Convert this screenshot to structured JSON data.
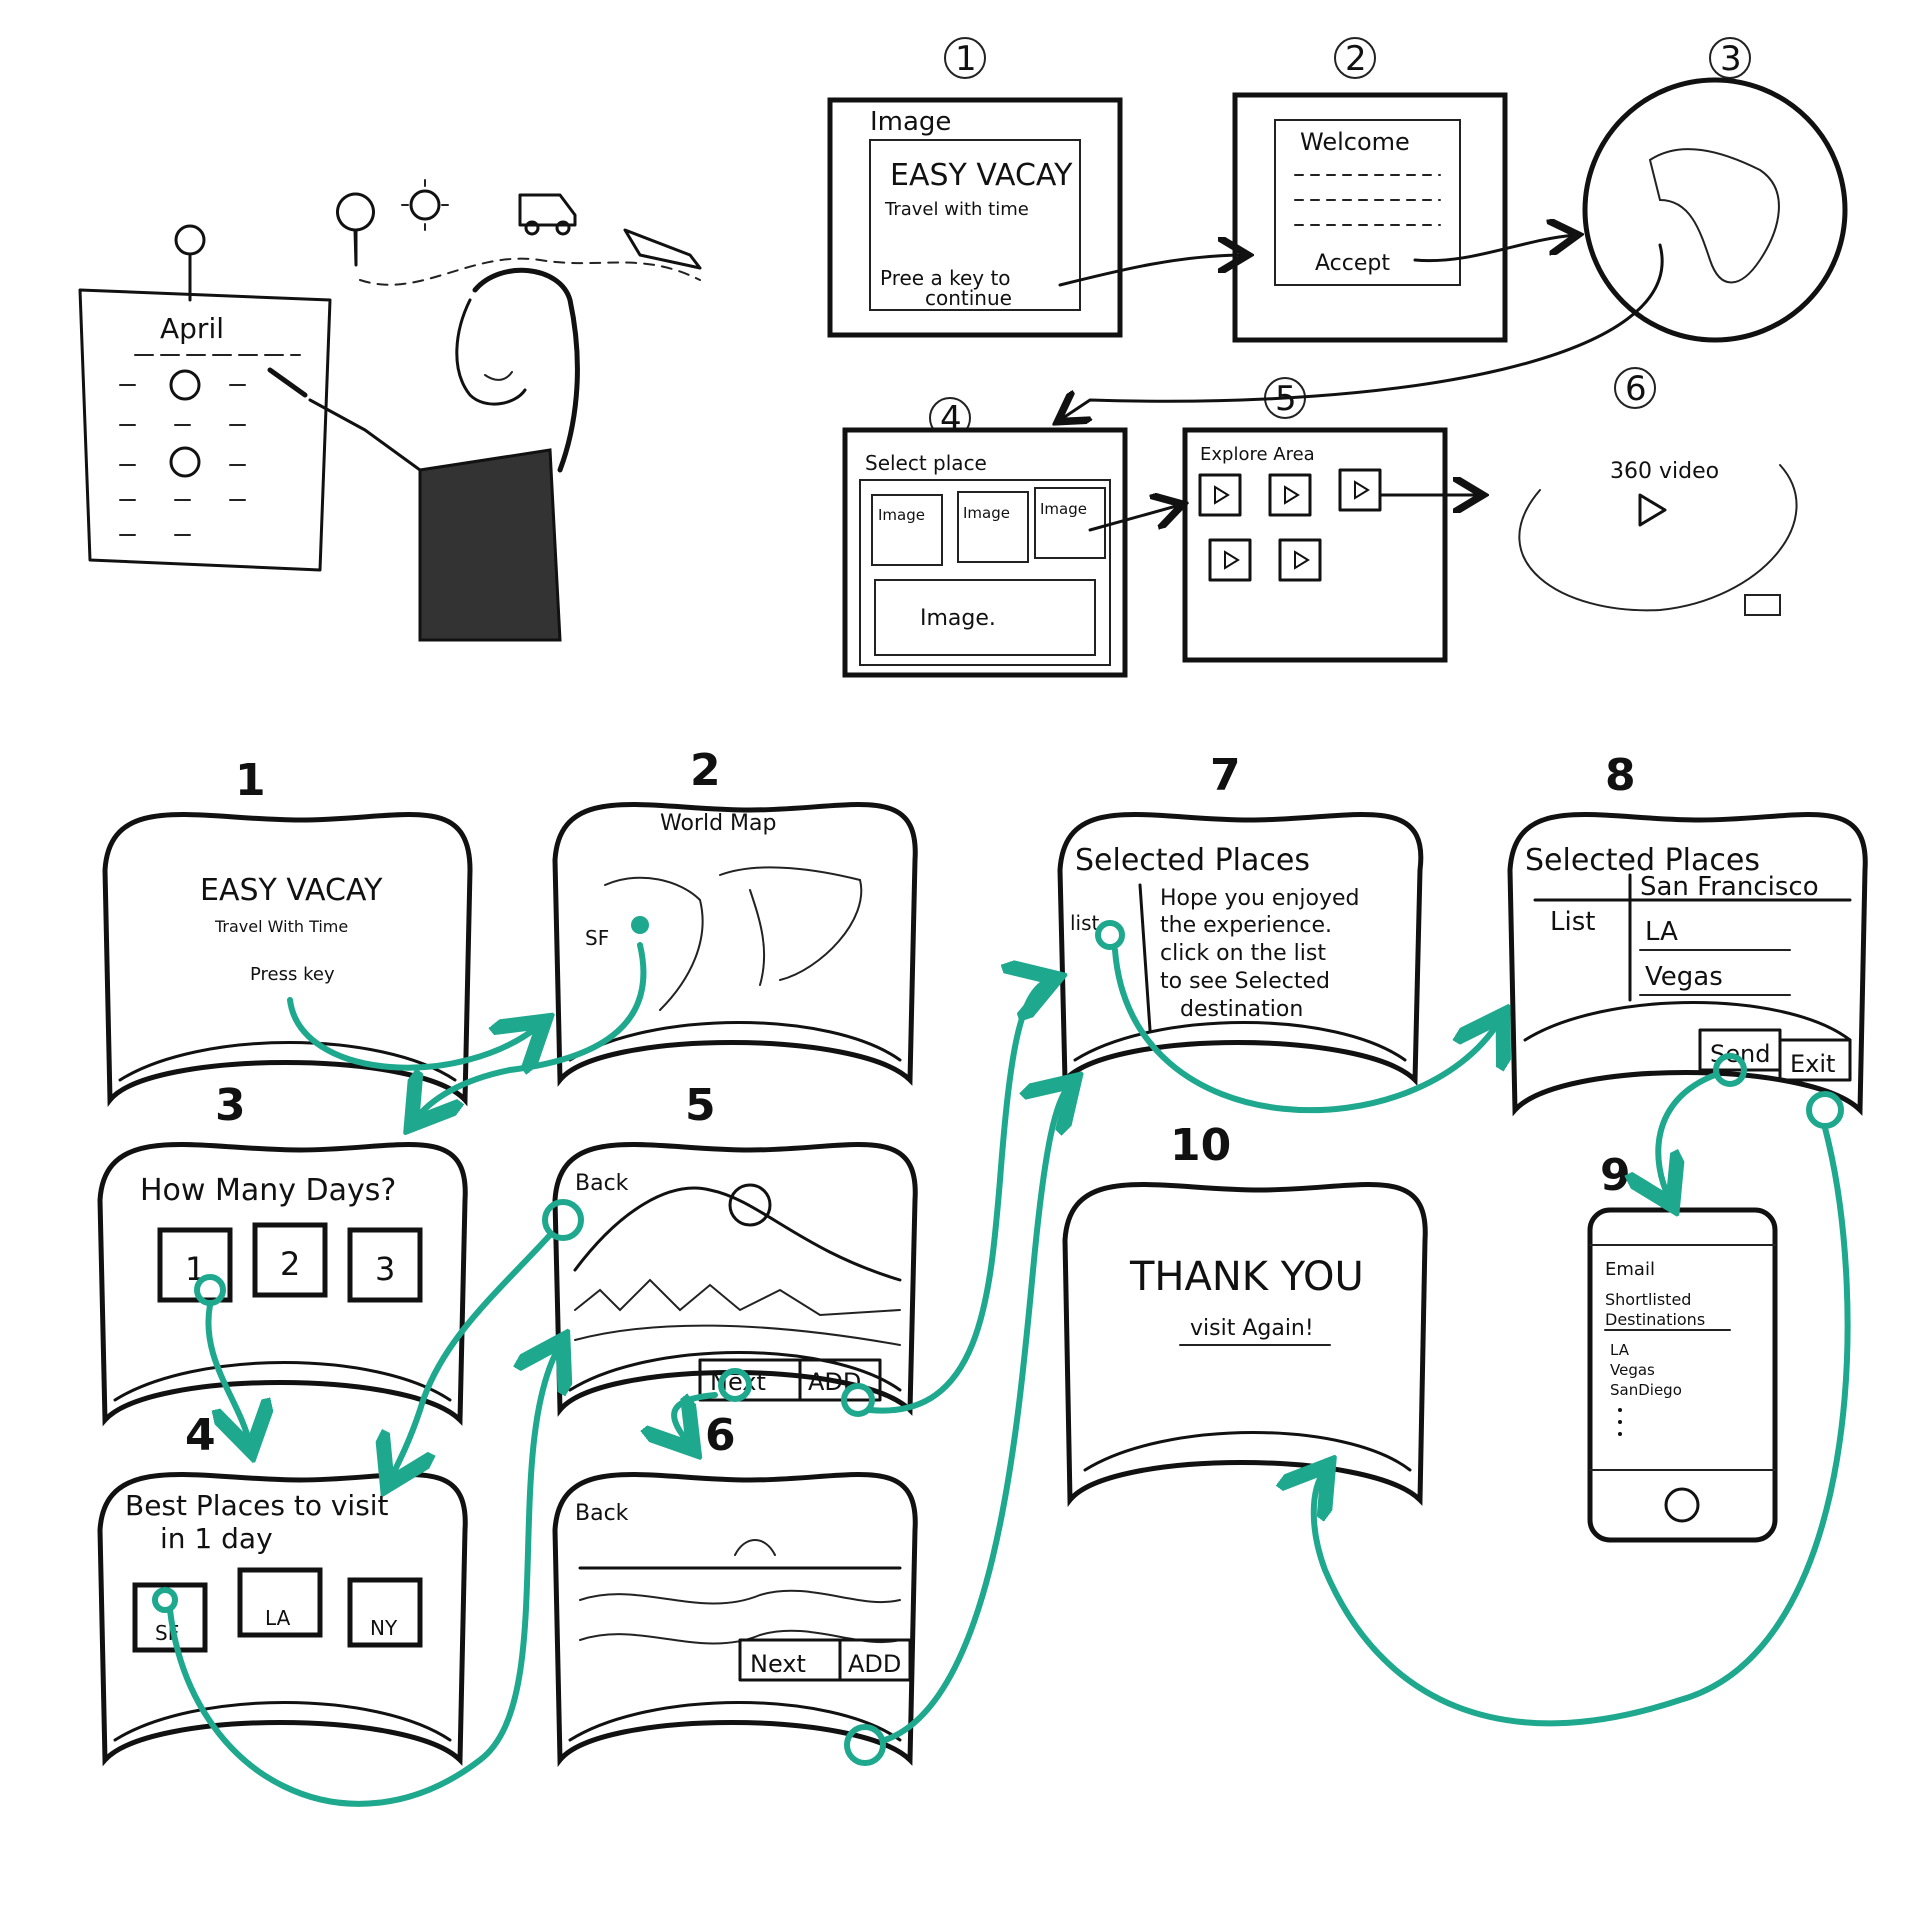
{
  "illustration": {
    "calendar_month": "April"
  },
  "flow_top": {
    "steps": [
      {
        "num": "1",
        "image_label": "Image",
        "title": "EASY VACAY",
        "subtitle": "Travel with time",
        "prompt_line1": "Pree a key to",
        "prompt_line2": "continue"
      },
      {
        "num": "2",
        "title": "Welcome",
        "button": "Accept"
      },
      {
        "num": "3"
      },
      {
        "num": "4",
        "title": "Select place",
        "thumb1": "Image",
        "thumb2": "Image",
        "thumb3": "Image",
        "wide": "Image."
      },
      {
        "num": "5",
        "title": "Explore Area"
      },
      {
        "num": "6",
        "title": "360 video"
      }
    ]
  },
  "flow_bottom": {
    "s1": {
      "num": "1",
      "title": "EASY VACAY",
      "subtitle": "Travel With Time",
      "prompt": "Press key"
    },
    "s2": {
      "num": "2",
      "title": "World Map",
      "pin": "SF"
    },
    "s3": {
      "num": "3",
      "title": "How Many Days?",
      "opt1": "1",
      "opt2": "2",
      "opt3": "3"
    },
    "s4": {
      "num": "4",
      "title_line1": "Best Places to visit",
      "title_line2": "in 1 day",
      "opt1": "SF",
      "opt2": "LA",
      "opt3": "NY"
    },
    "s5": {
      "num": "5",
      "back": "Back",
      "next": "Next",
      "add": "ADD"
    },
    "s6": {
      "num": "6",
      "back": "Back",
      "next": "Next",
      "add": "ADD"
    },
    "s7": {
      "num": "7",
      "title": "Selected Places",
      "list": "list",
      "msg1": "Hope you enjoyed",
      "msg2": "the experience.",
      "msg3": "click on the list",
      "msg4": "to see Selected",
      "msg5": "destination"
    },
    "s8": {
      "num": "8",
      "title": "Selected Places",
      "list": "List",
      "item1": "San Francisco",
      "item2": "LA",
      "item3": "Vegas",
      "send": "Send",
      "exit": "Exit"
    },
    "s9": {
      "num": "9",
      "email": "Email",
      "heading1": "Shortlisted",
      "heading2": "Destinations",
      "item1": "LA",
      "item2": "Vegas",
      "item3": "SanDiego"
    },
    "s10": {
      "num": "10",
      "title": "THANK YOU",
      "subtitle": "visit Again!"
    }
  },
  "colors": {
    "ink": "#111111",
    "accent": "#1ea88e"
  }
}
